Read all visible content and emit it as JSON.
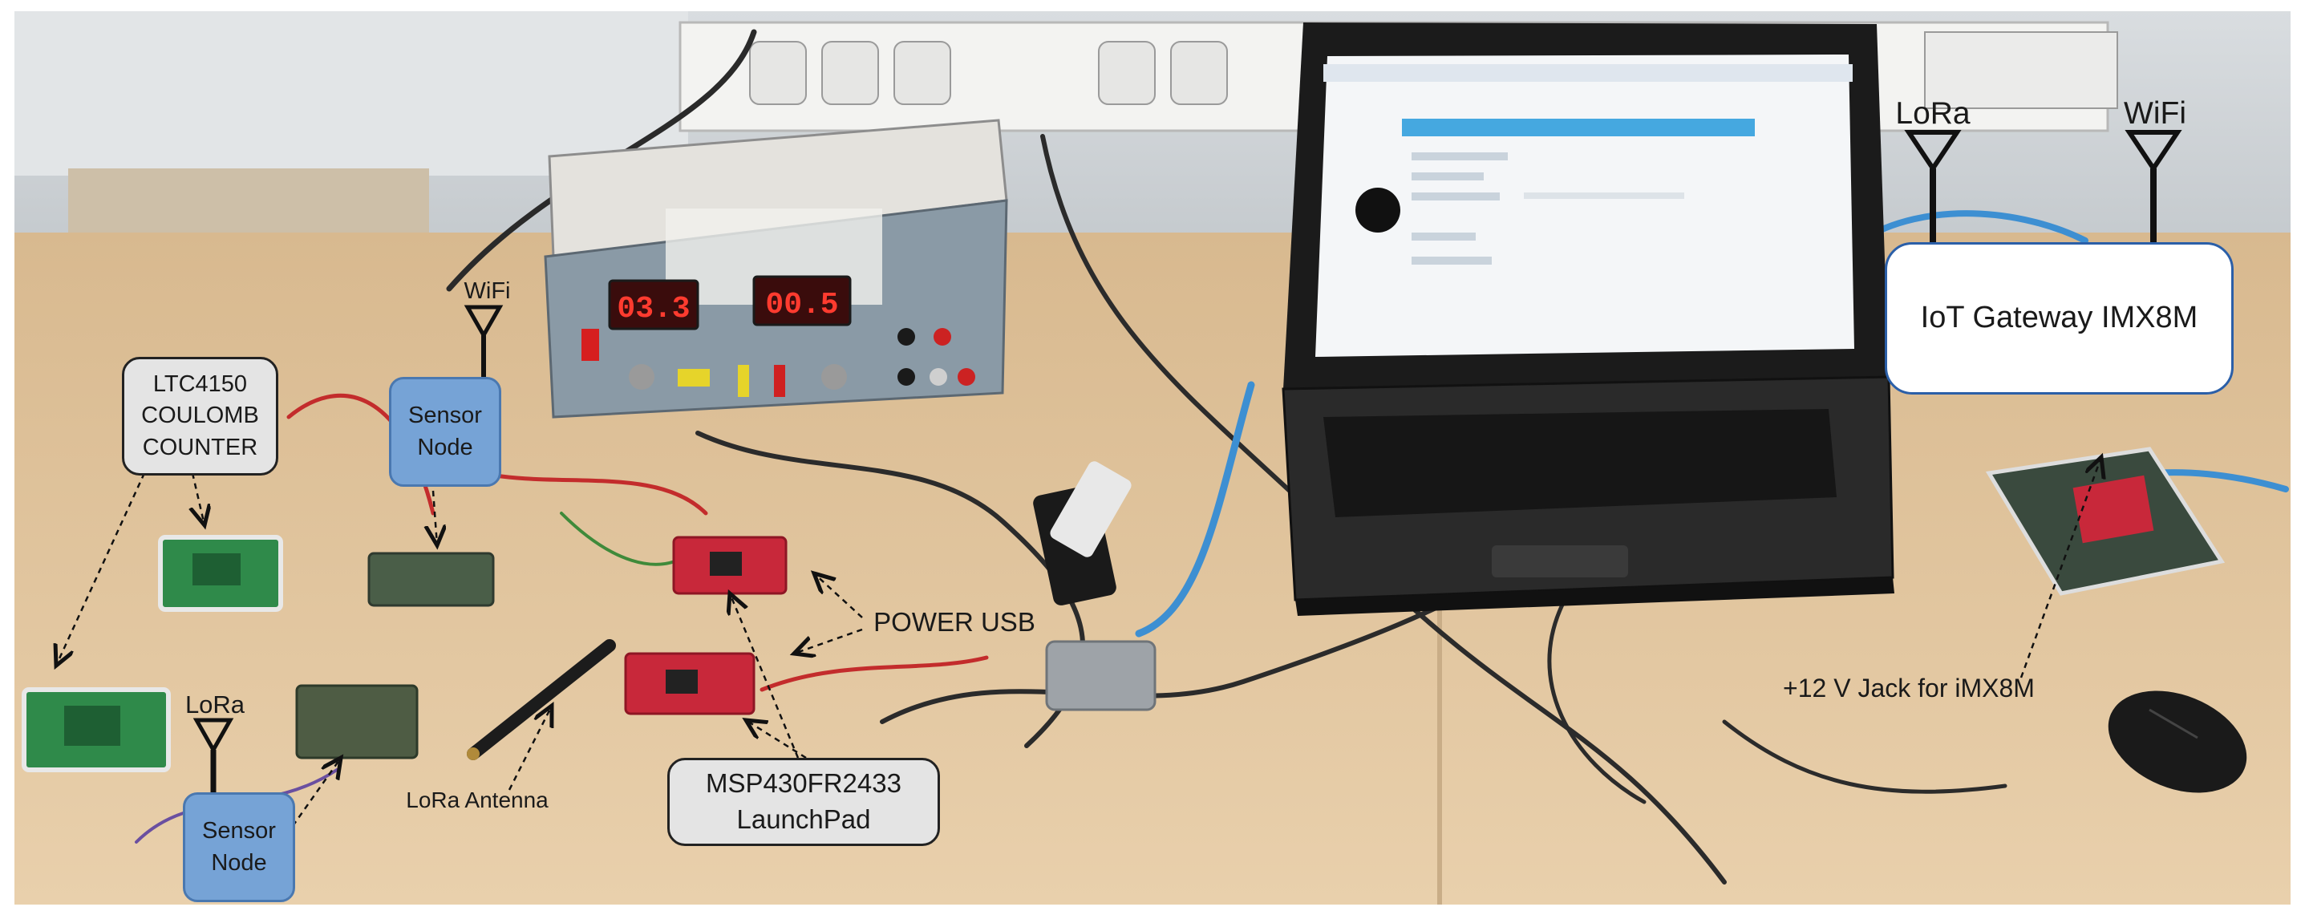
{
  "labels": {
    "coulomb_counter": "LTC4150\nCOULOMB\nCOUNTER",
    "sensor_node_wifi": "Sensor\nNode",
    "sensor_node_lora": "Sensor\nNode",
    "wifi_top_left": "WiFi",
    "lora_bottom_left": "LoRa",
    "lora_antenna": "LoRa Antenna",
    "power_usb": "POWER USB",
    "launchpad": "MSP430FR2433\nLaunchPad",
    "gateway": "IoT Gateway IMX8M",
    "gateway_lora": "LoRa",
    "gateway_wifi": "WiFi",
    "jack": "+12 V Jack for iMX8M"
  },
  "psu": {
    "display_left": "03.3",
    "display_right": "00.5"
  },
  "colors": {
    "blue_box": "#76a3d6",
    "grey_box": "#e4e4e4",
    "gateway_border": "#2b5fa8",
    "pcb_red": "#c8283a",
    "pcb_green": "#2f8a4a",
    "table": "#dfc19a"
  }
}
